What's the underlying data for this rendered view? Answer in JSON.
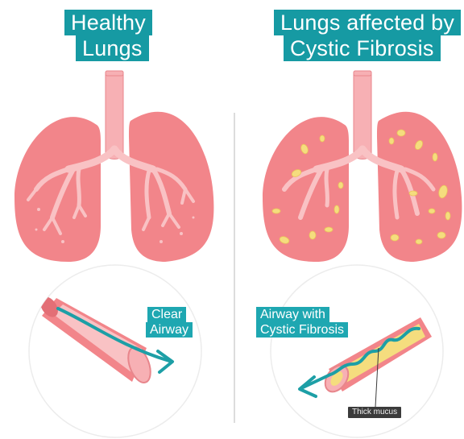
{
  "healthy": {
    "title_line1": "Healthy",
    "title_line2": "Lungs",
    "airway_label_line1": "Clear",
    "airway_label_line2": "Airway"
  },
  "cf": {
    "title_line1": "Lungs affected by",
    "title_line2": "Cystic Fibrosis",
    "airway_label_line1": "Airway with",
    "airway_label_line2": "Cystic Fibrosis",
    "mucus_label": "Thick mucus"
  },
  "colors": {
    "accent": "#169aa3",
    "lung": "#f2858a",
    "airway": "#f7b0b4",
    "mucus": "#f5dd7e",
    "flow_arrow": "#1d9fa6"
  },
  "icons": [
    "lung-icon",
    "trachea-icon",
    "airway-arrow-icon",
    "mucus-plug-icon"
  ]
}
